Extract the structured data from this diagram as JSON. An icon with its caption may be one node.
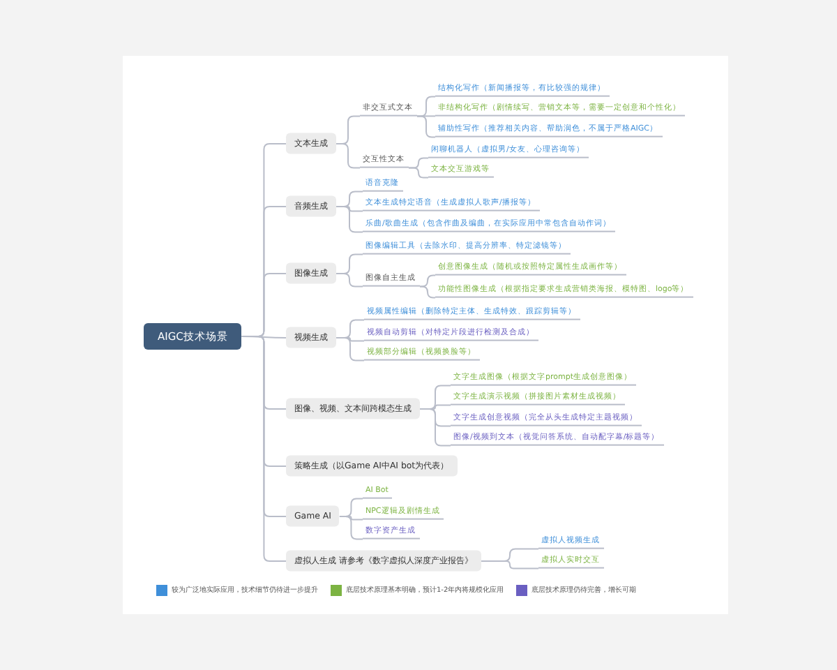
{
  "diagram": {
    "nodes": [
      {
        "text": [
          "AIGC技术场景"
        ]
      },
      {
        "text": [
          "文本生成"
        ]
      },
      {
        "text": [
          "非交互式文本"
        ]
      },
      {
        "text": [
          "结构化写作（新闻播报等，有比较强的规律）"
        ]
      },
      {
        "text": [
          "非结构化写作（剧情续写、营销文本等，需要一定创意和个性化）"
        ]
      },
      {
        "text": [
          "辅助性写作（推荐相关内容、帮助润色，不属于严格AIGC）"
        ]
      },
      {
        "text": [
          "交互性文本"
        ]
      },
      {
        "text": [
          "闲聊机器人（虚拟男/女友、心理咨询等）"
        ]
      },
      {
        "text": [
          "文本交互游戏等"
        ]
      },
      {
        "text": [
          "音频生成"
        ]
      },
      {
        "text": [
          "语音克隆"
        ]
      },
      {
        "text": [
          "文本生成特定语音（生成虚拟人歌声/播报等）"
        ]
      },
      {
        "text": [
          "乐曲/歌曲生成（包含作曲及编曲，在实际应用中常包含自动作词）"
        ]
      },
      {
        "text": [
          "图像生成"
        ]
      },
      {
        "text": [
          "图像编辑工具（去除水印、提高分辨率、特定滤镜等）"
        ]
      },
      {
        "text": [
          "图像自主生成"
        ]
      },
      {
        "text": [
          "创意图像生成（随机或按照特定属性生成画作等）"
        ]
      },
      {
        "text": [
          "功能性图像生成（根据指定要求生成营销类海报、模特图、logo等）"
        ]
      },
      {
        "text": [
          "视频生成"
        ]
      },
      {
        "text": [
          "视频属性编辑（删除特定主体、生成特效、跟踪剪辑等）"
        ]
      },
      {
        "text": [
          "视频自动剪辑（对特定片段进行检测及合成）"
        ]
      },
      {
        "text": [
          "视频部分编辑（视频换脸等）"
        ]
      },
      {
        "text": [
          "图像、视频、文本间跨模态生成"
        ]
      },
      {
        "text": [
          "文字生成图像（根据文字prompt生成创意图像）"
        ]
      },
      {
        "text": [
          "文字生成演示视频（拼接图片素材生成视频）"
        ]
      },
      {
        "text": [
          "文字生成创意视频（完全从头生成特定主题视频）"
        ]
      },
      {
        "text": [
          "图像/视频到文本（视觉问答系统、自动配字幕/标题等）"
        ]
      },
      {
        "text": [
          "策略生成（以Game AI中AI bot为代表）"
        ]
      },
      {
        "text": [
          "Game AI"
        ]
      },
      {
        "text": [
          "AI Bot"
        ]
      },
      {
        "text": [
          "NPC逻辑及剧情生成"
        ]
      },
      {
        "text": [
          "数字资产生成"
        ]
      },
      {
        "text": [
          "虚拟人生成 请参考《数字虚拟人深度产业报告》"
        ]
      },
      {
        "text": [
          "虚拟人视频生成"
        ]
      },
      {
        "text": [
          "虚拟人实时交互"
        ]
      }
    ],
    "edges": [
      {
        "from": 0,
        "to": 1,
        "arrow": "none"
      },
      {
        "from": 1,
        "to": 2,
        "arrow": "none"
      },
      {
        "from": 2,
        "to": 3,
        "arrow": "none"
      },
      {
        "from": 2,
        "to": 4,
        "arrow": "none"
      },
      {
        "from": 2,
        "to": 5,
        "arrow": "none"
      },
      {
        "from": 1,
        "to": 6,
        "arrow": "none"
      },
      {
        "from": 6,
        "to": 7,
        "arrow": "none"
      },
      {
        "from": 6,
        "to": 8,
        "arrow": "none"
      },
      {
        "from": 0,
        "to": 9,
        "arrow": "none"
      },
      {
        "from": 9,
        "to": 10,
        "arrow": "none"
      },
      {
        "from": 9,
        "to": 11,
        "arrow": "none"
      },
      {
        "from": 9,
        "to": 12,
        "arrow": "none"
      },
      {
        "from": 0,
        "to": 13,
        "arrow": "none"
      },
      {
        "from": 13,
        "to": 14,
        "arrow": "none"
      },
      {
        "from": 13,
        "to": 15,
        "arrow": "none"
      },
      {
        "from": 15,
        "to": 16,
        "arrow": "none"
      },
      {
        "from": 15,
        "to": 17,
        "arrow": "none"
      },
      {
        "from": 0,
        "to": 18,
        "arrow": "none"
      },
      {
        "from": 18,
        "to": 19,
        "arrow": "none"
      },
      {
        "from": 18,
        "to": 20,
        "arrow": "none"
      },
      {
        "from": 18,
        "to": 21,
        "arrow": "none"
      },
      {
        "from": 0,
        "to": 22,
        "arrow": "none"
      },
      {
        "from": 22,
        "to": 23,
        "arrow": "none"
      },
      {
        "from": 22,
        "to": 24,
        "arrow": "none"
      },
      {
        "from": 22,
        "to": 25,
        "arrow": "none"
      },
      {
        "from": 22,
        "to": 26,
        "arrow": "none"
      },
      {
        "from": 0,
        "to": 27,
        "arrow": "none"
      },
      {
        "from": 0,
        "to": 28,
        "arrow": "none"
      },
      {
        "from": 28,
        "to": 29,
        "arrow": "none"
      },
      {
        "from": 28,
        "to": 30,
        "arrow": "none"
      },
      {
        "from": 28,
        "to": 31,
        "arrow": "none"
      },
      {
        "from": 0,
        "to": 32,
        "arrow": "none"
      },
      {
        "from": 32,
        "to": 33,
        "arrow": "none"
      },
      {
        "from": 32,
        "to": 34,
        "arrow": "none"
      }
    ],
    "legend": [
      {
        "text": "较为广泛地实际应用，技术细节仍待进一步提升",
        "color": "#3f8fd9"
      },
      {
        "text": "底层技术原理基本明确，预计1-2年内将规模化应用",
        "color": "#7cb342"
      },
      {
        "text": "底层技术原理仍待完善，增长可期",
        "color": "#6a5fc1"
      }
    ]
  }
}
